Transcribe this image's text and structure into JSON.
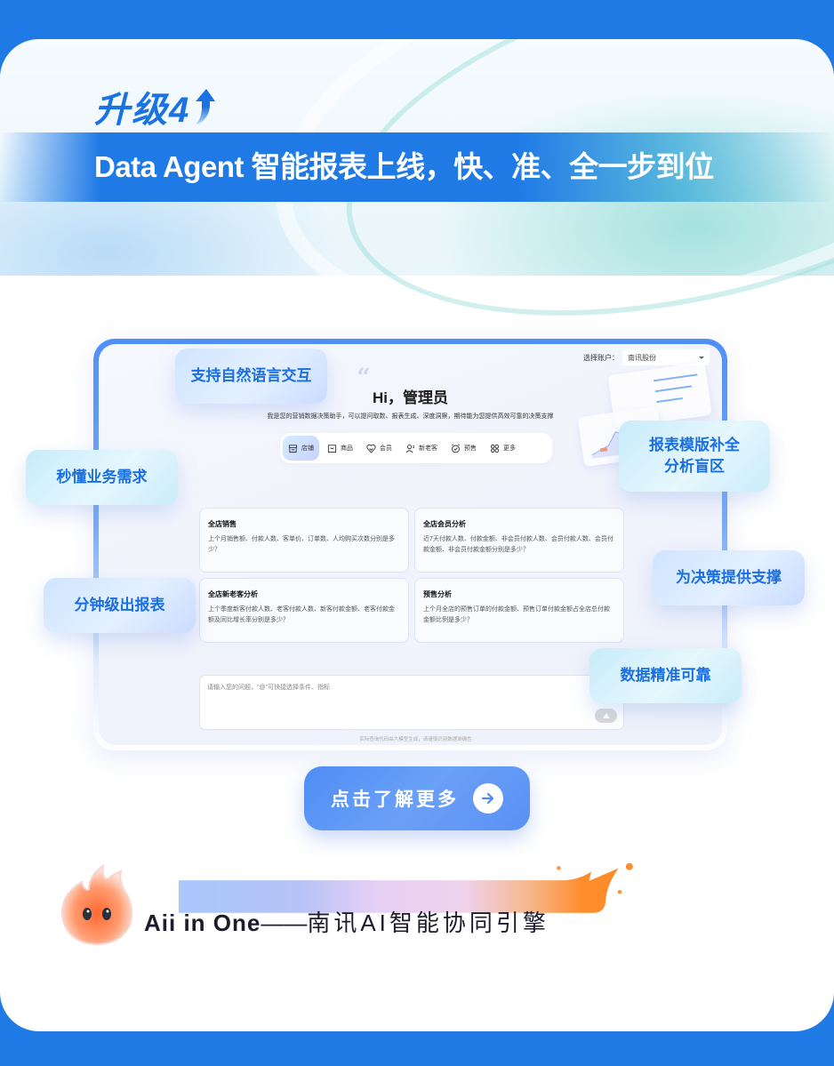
{
  "hero": {
    "upgrade_label": "升级4",
    "banner_title": "Data Agent 智能报表上线，快、准、全一步到位"
  },
  "screen": {
    "account": {
      "label": "选择账户：",
      "selected": "南讯股份"
    },
    "greeting": "Hi，管理员",
    "intro": "我是您的营销数据决策助手，可以提问取数、报表生成、深度洞察，期待能为您提供高效可靠的决策支撑",
    "tabs": [
      {
        "label": "店铺",
        "icon": "store-icon",
        "active": true
      },
      {
        "label": "商品",
        "icon": "shopping-bag-icon",
        "active": false
      },
      {
        "label": "会员",
        "icon": "heart-badge-icon",
        "active": false
      },
      {
        "label": "新老客",
        "icon": "users-icon",
        "active": false
      },
      {
        "label": "预售",
        "icon": "alarm-clock-icon",
        "active": false
      },
      {
        "label": "更多",
        "icon": "grid-more-icon",
        "active": false
      }
    ],
    "question_cards": [
      {
        "title": "全店销售",
        "desc": "上个月销售额、付款人数、客单价、订单数、人均购买次数分别是多少？"
      },
      {
        "title": "全店会员分析",
        "desc": "近7天付款人数、付款金额、非会员付款人数、会员付款人数、会员付款金额、非会员付款金额分别是多少？"
      },
      {
        "title": "全店新老客分析",
        "desc": "上个季度新客付款人数、老客付款人数、新客付款金额、老客付款金额及同比增长率分别是多少？"
      },
      {
        "title": "预售分析",
        "desc": "上个月全店的预售订单的付款金额、预售订单付款金额占全店总付款金额比例是多少？"
      }
    ],
    "input_placeholder": "请输入您的问题，\"@\"可快捷选择条件、指标",
    "disclaimer": "实际查询代码由大模型生成，请谨慎识别数据准确性"
  },
  "chips": {
    "natural_language": "支持自然语言交互",
    "understand_business": "秒懂业务需求",
    "report_template_line1": "报表模版补全",
    "report_template_line2": "分析盲区",
    "minute_report": "分钟级出报表",
    "decision_support": "为决策提供支撑",
    "data_accuracy": "数据精准可靠"
  },
  "cta": {
    "label": "点击了解更多"
  },
  "footer": {
    "brand_en": "Aii in One",
    "separator": "——",
    "brand_cn": "南讯AI智能协同引擎"
  },
  "colors": {
    "page_bg": "#1f7ae6",
    "accent_blue": "#1b6fe0",
    "cta_blue": "#5a90f4",
    "orange": "#ff8c2a"
  }
}
